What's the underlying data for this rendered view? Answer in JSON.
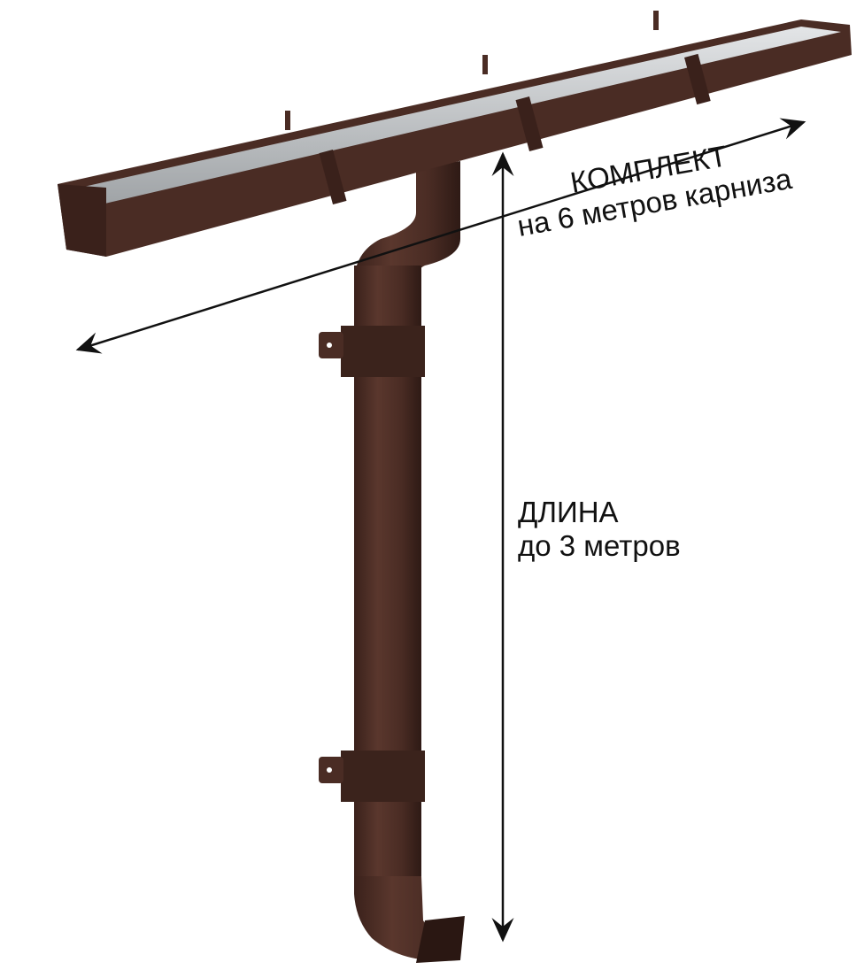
{
  "annotations": {
    "kit_title": "КОМПЛЕКТ",
    "kit_subtitle": "на 6 метров карниза",
    "length_title": "ДЛИНА",
    "length_subtitle": "до 3 метров"
  },
  "colors": {
    "gutter_brown": "#4a2c24",
    "gutter_inner": "#b9bcbf",
    "arrow": "#111111"
  }
}
